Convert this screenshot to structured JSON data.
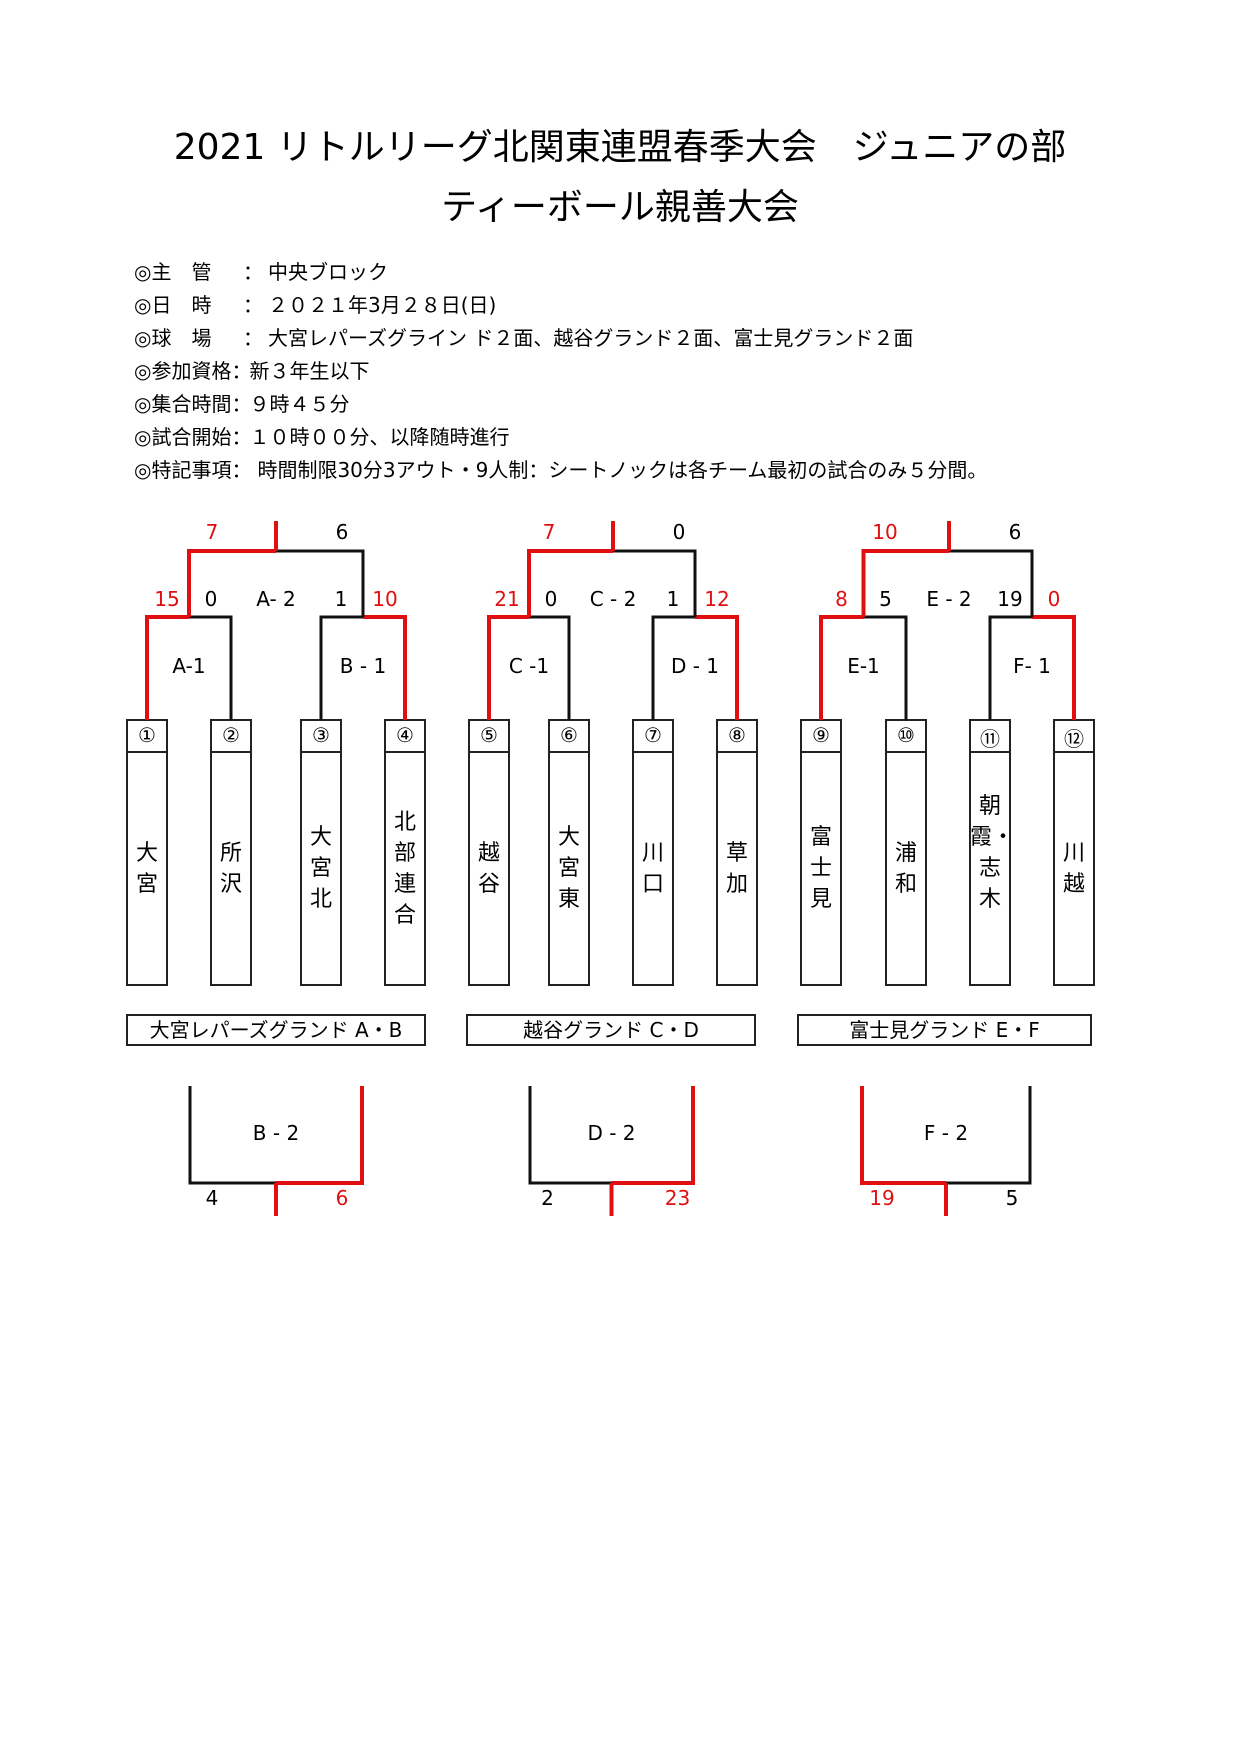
{
  "title_line1": "2021 リトルリーグ北関東連盟春季大会　ジュニアの部",
  "title_line2": "ティーボール親善大会",
  "info": [
    {
      "label": "◎主　管",
      "sep": "：",
      "value": "中央ブロック"
    },
    {
      "label": "◎日　時",
      "sep": "：",
      "value": "２０２１年3月２８日(日)"
    },
    {
      "label": "◎球　場",
      "sep": "：",
      "value": "大宮レパーズグライン ド２面、越谷グランド２面、富士見グランド２面"
    },
    {
      "label": "◎参加資格",
      "sep": "：",
      "value": "新３年生以下"
    },
    {
      "label": "◎集合時間",
      "sep": "：",
      "value": "９時４５分"
    },
    {
      "label": "◎試合開始",
      "sep": "：",
      "value": "１０時００分、以降随時進行"
    },
    {
      "label": "◎特記事項",
      "sep": "：",
      "value": "時間制限30分3アウト・9人制：シートノックは各チーム最初の試合のみ５分間。"
    }
  ],
  "colors": {
    "win": "#e01010",
    "line": "#111111"
  },
  "teams": [
    {
      "no": "①",
      "name": "大宮"
    },
    {
      "no": "②",
      "name": "所沢"
    },
    {
      "no": "③",
      "name": "大宮北"
    },
    {
      "no": "④",
      "name": "北部連合"
    },
    {
      "no": "⑤",
      "name": "越谷"
    },
    {
      "no": "⑥",
      "name": "大宮東"
    },
    {
      "no": "⑦",
      "name": "川口"
    },
    {
      "no": "⑧",
      "name": "草加"
    },
    {
      "no": "⑨",
      "name": "富士見"
    },
    {
      "no": "⑩",
      "name": "浦和"
    },
    {
      "no": "⑪",
      "name": "朝霞・志木"
    },
    {
      "no": "⑫",
      "name": "川越"
    }
  ],
  "matches": {
    "A1": {
      "label": "A-1",
      "score_left": "15",
      "score_right": "0"
    },
    "B1": {
      "label": "B - 1",
      "score_left": "1",
      "score_right": "10"
    },
    "A2": {
      "label": "A- 2",
      "score_left": "7",
      "score_right": "6"
    },
    "C1": {
      "label": "C -1",
      "score_left": "21",
      "score_right": "0"
    },
    "D1": {
      "label": "D - 1",
      "score_left": "1",
      "score_right": "12"
    },
    "C2": {
      "label": "C - 2",
      "score_left": "7",
      "score_right": "0"
    },
    "E1": {
      "label": "E-1",
      "score_left": "8",
      "score_right": "5"
    },
    "F1": {
      "label": "F- 1",
      "score_left": "19",
      "score_right": "0"
    },
    "E2": {
      "label": "E - 2",
      "score_left": "10",
      "score_right": "6"
    },
    "B2": {
      "label": "B - 2",
      "score_left": "4",
      "score_right": "6"
    },
    "D2": {
      "label": "D - 2",
      "score_left": "2",
      "score_right": "23"
    },
    "F2": {
      "label": "F - 2",
      "score_left": "19",
      "score_right": "5"
    }
  },
  "venues": [
    "大宮レパーズグランド A・B",
    "越谷グランド C・D",
    "富士見グランド E・F"
  ]
}
